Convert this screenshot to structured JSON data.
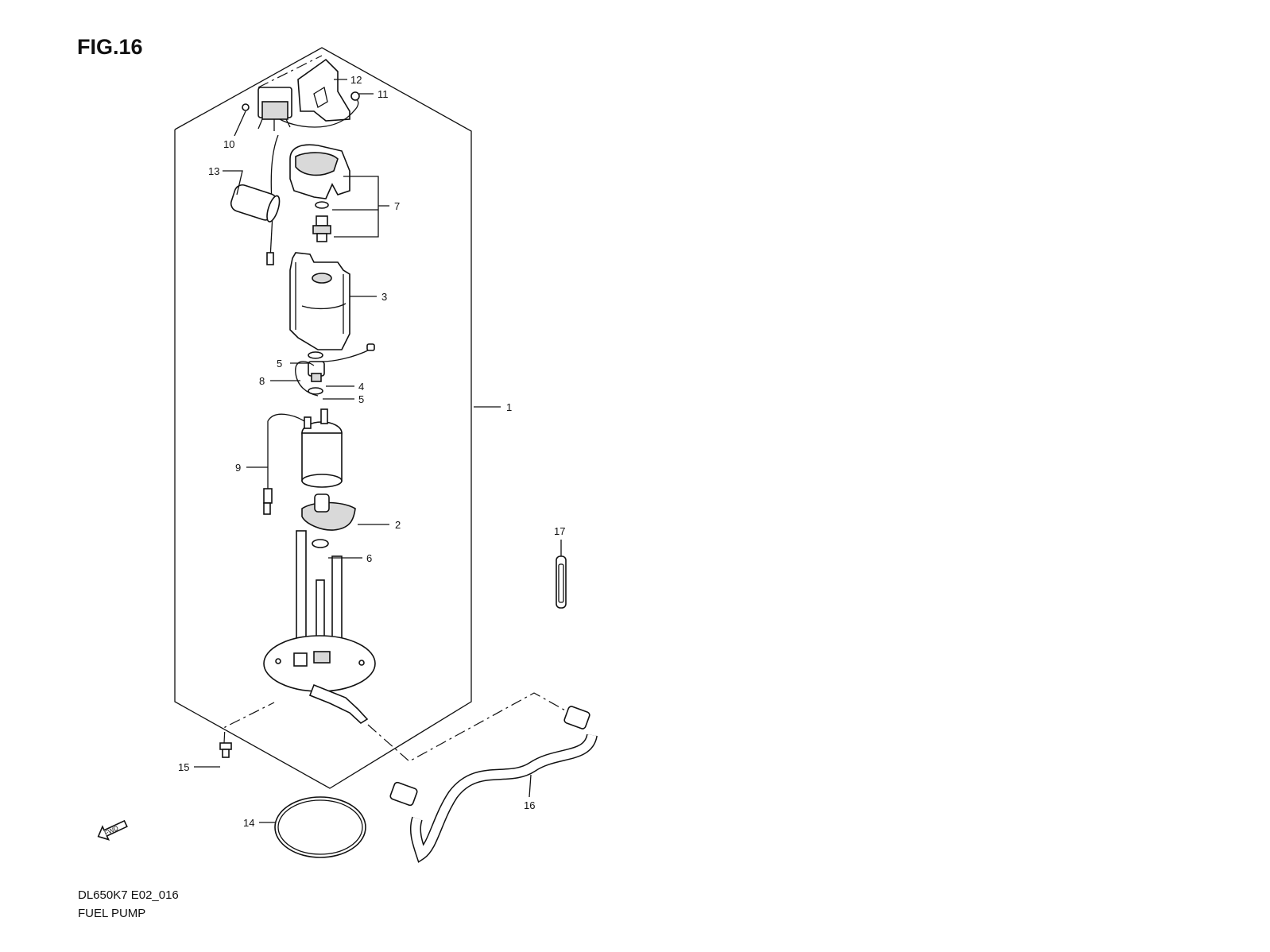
{
  "figure": {
    "title": "FIG.16"
  },
  "footer": {
    "model_code": "DL650K7 E02_016",
    "section_name": "FUEL PUMP"
  },
  "direction_marker": {
    "label": "FWD",
    "icon": "fwd-arrow-icon"
  },
  "callouts": [
    "1",
    "2",
    "3",
    "4",
    "5",
    "5",
    "6",
    "7",
    "8",
    "9",
    "10",
    "11",
    "12",
    "13",
    "14",
    "15",
    "16",
    "17"
  ]
}
